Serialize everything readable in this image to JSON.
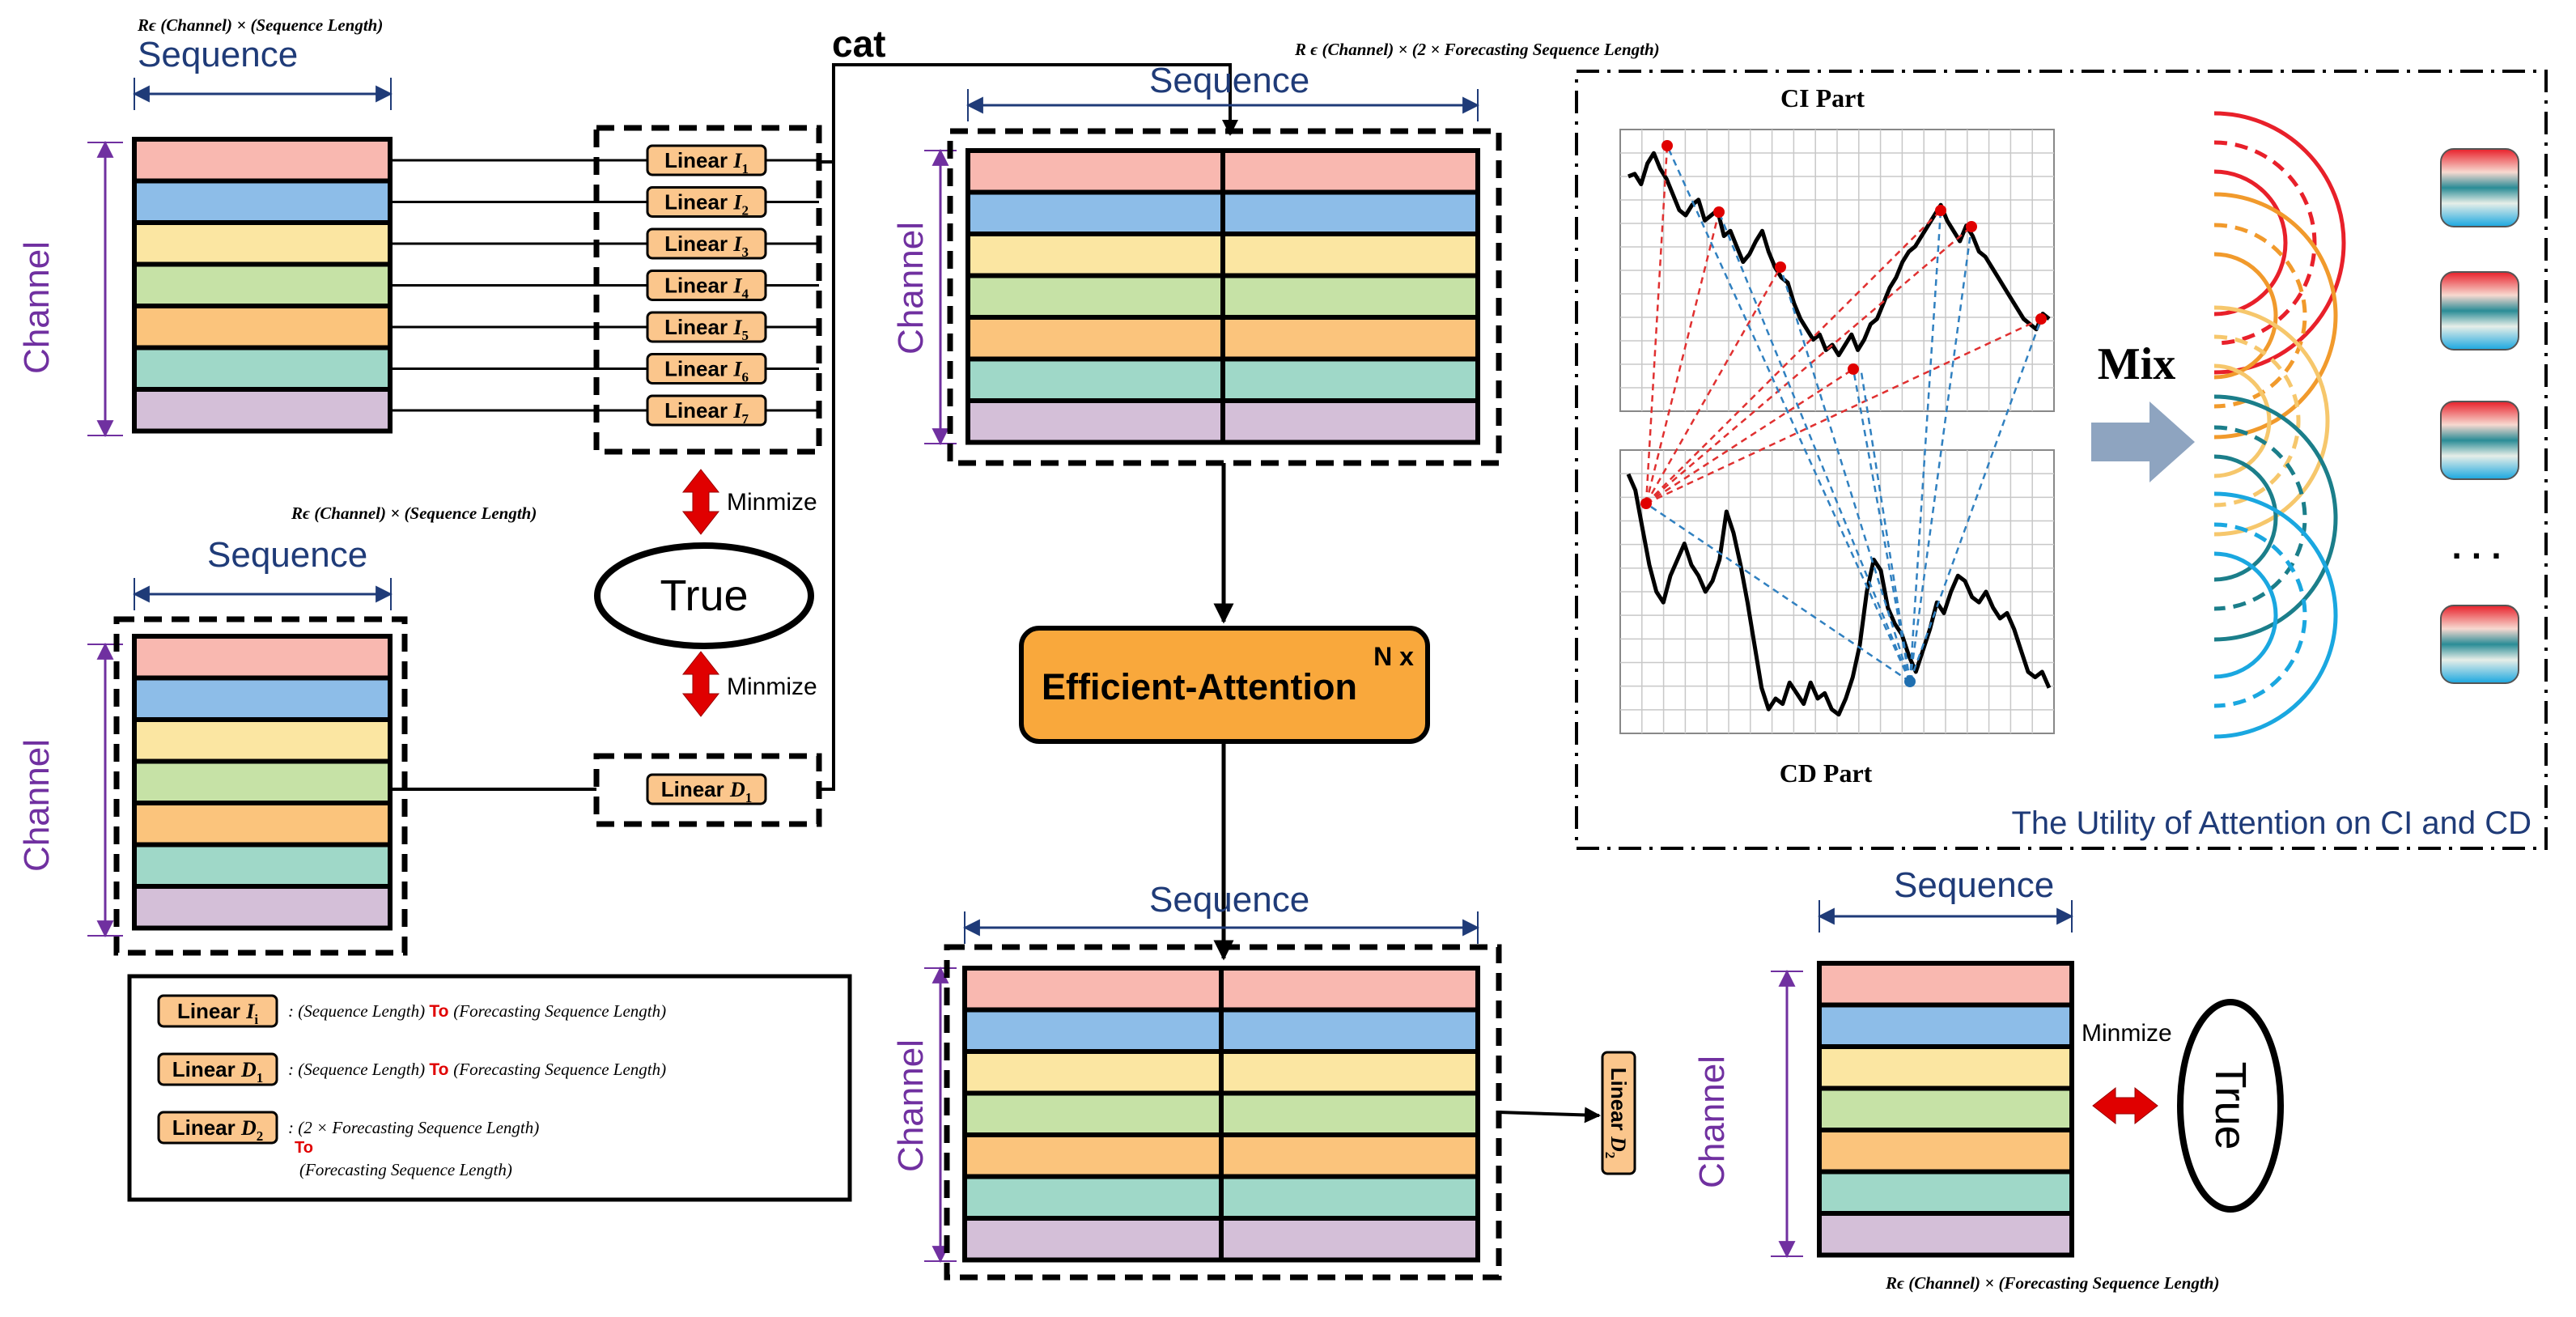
{
  "colors": {
    "rows": [
      "#f9b8b0",
      "#8dbde8",
      "#fbe6a2",
      "#c6e2a6",
      "#fbc47c",
      "#9fd8c8",
      "#d4bfd8"
    ],
    "linear_box": "#fbc68c",
    "efficient_attention_fill": "#f9a83c",
    "dim_arrow": "#1f3b78",
    "channel_label": "#7030a0",
    "minimize_arrow": "#e00000",
    "ci_dash": "#e03030",
    "cd_dash": "#3080c0",
    "mix_arrow": "#8ea4c0"
  },
  "labels": {
    "sequence": "Sequence",
    "channel": "Channel",
    "cat": "cat",
    "true": "True",
    "minimize": "Minmize",
    "efficient_attention": "Efficient-Attention",
    "n_times": "N x",
    "ci_part": "CI Part",
    "cd_part": "CD Part",
    "mix": "Mix",
    "utility_caption": "The Utility of Attention on CI and CD",
    "ellipsis": ". . ."
  },
  "dims": {
    "input_top": "Rϵ (Channel) × (Sequence Length)",
    "input_bottom": "Rϵ (Channel) × (Sequence Length)",
    "concat": "R ϵ (Channel) × (2 × Forecasting Sequence Length)",
    "output": "Rϵ (Channel) × (Forecasting Sequence Length)"
  },
  "linear_layers": {
    "independent": [
      {
        "name": "Linear",
        "sub": "I",
        "idx": "1"
      },
      {
        "name": "Linear",
        "sub": "I",
        "idx": "2"
      },
      {
        "name": "Linear",
        "sub": "I",
        "idx": "3"
      },
      {
        "name": "Linear",
        "sub": "I",
        "idx": "4"
      },
      {
        "name": "Linear",
        "sub": "I",
        "idx": "5"
      },
      {
        "name": "Linear",
        "sub": "I",
        "idx": "6"
      },
      {
        "name": "Linear",
        "sub": "I",
        "idx": "7"
      }
    ],
    "dependent": {
      "name": "Linear",
      "sub": "D",
      "idx": "1"
    },
    "final": {
      "name": "Linear",
      "sub": "D",
      "idx": "2"
    }
  },
  "legend": [
    {
      "box_name": "Linear",
      "box_sub": "I",
      "box_idx": "i",
      "from": "(Sequence Length)",
      "to_word": "To",
      "to": "(Forecasting Sequence Length)"
    },
    {
      "box_name": "Linear",
      "box_sub": "D",
      "box_idx": "1",
      "from": "(Sequence Length)",
      "to_word": "To",
      "to": "(Forecasting Sequence Length)"
    },
    {
      "box_name": "Linear",
      "box_sub": "D",
      "box_idx": "2",
      "from": "(2 × Forecasting Sequence Length)",
      "to_word": "To",
      "to": "(Forecasting Sequence Length)"
    }
  ]
}
